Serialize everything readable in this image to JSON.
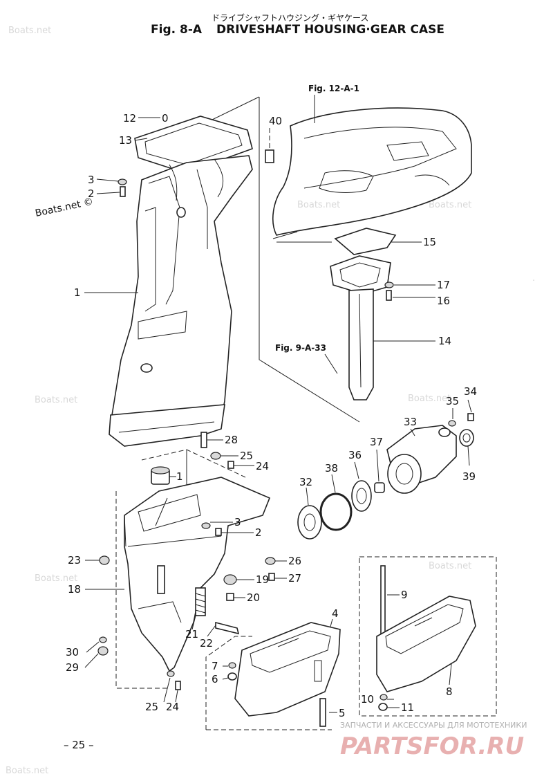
{
  "header": {
    "fig_number": "Fig. 8-A",
    "title_jp": "ドライブシャフトハウジング・ギヤケース",
    "title_en": "DRIVESHAFT HOUSING·GEAR CASE"
  },
  "references": {
    "fig_12_a_1": "Fig. 12-A-1",
    "fig_9_a_33": "Fig. 9-A-33"
  },
  "callouts": {
    "c12": "12",
    "c0": "0",
    "c13": "13",
    "c3": "3",
    "c2": "2",
    "c40": "40",
    "c1": "1",
    "c15": "15",
    "c17": "17",
    "c16": "16",
    "c14": "14",
    "c34": "34",
    "c35": "35",
    "c33": "33",
    "c28": "28",
    "c25": "25",
    "c24": "24",
    "c37": "37",
    "c36": "36",
    "c38": "38",
    "c32": "32",
    "c39": "39",
    "c1b": "1",
    "c3b": "3",
    "c2b": "2",
    "c23": "23",
    "c26": "26",
    "c27": "27",
    "c18": "18",
    "c19": "19",
    "c20": "20",
    "c9": "9",
    "c4": "4",
    "c21": "21",
    "c22": "22",
    "c30": "30",
    "c29": "29",
    "c7": "7",
    "c6": "6",
    "c8": "8",
    "c25b": "25",
    "c24b": "24",
    "c10": "10",
    "c11": "11",
    "c5": "5"
  },
  "watermarks": {
    "boats_net": "Boats.net",
    "boats_net_c": "Boats.net ©"
  },
  "footer": {
    "page_number": "– 25 –",
    "brand": "PARTSFOR.RU",
    "brand_subtitle": "ЗАПЧАСТИ И АКСЕССУАРЫ ДЛЯ МОТОТЕХНИКИ"
  }
}
